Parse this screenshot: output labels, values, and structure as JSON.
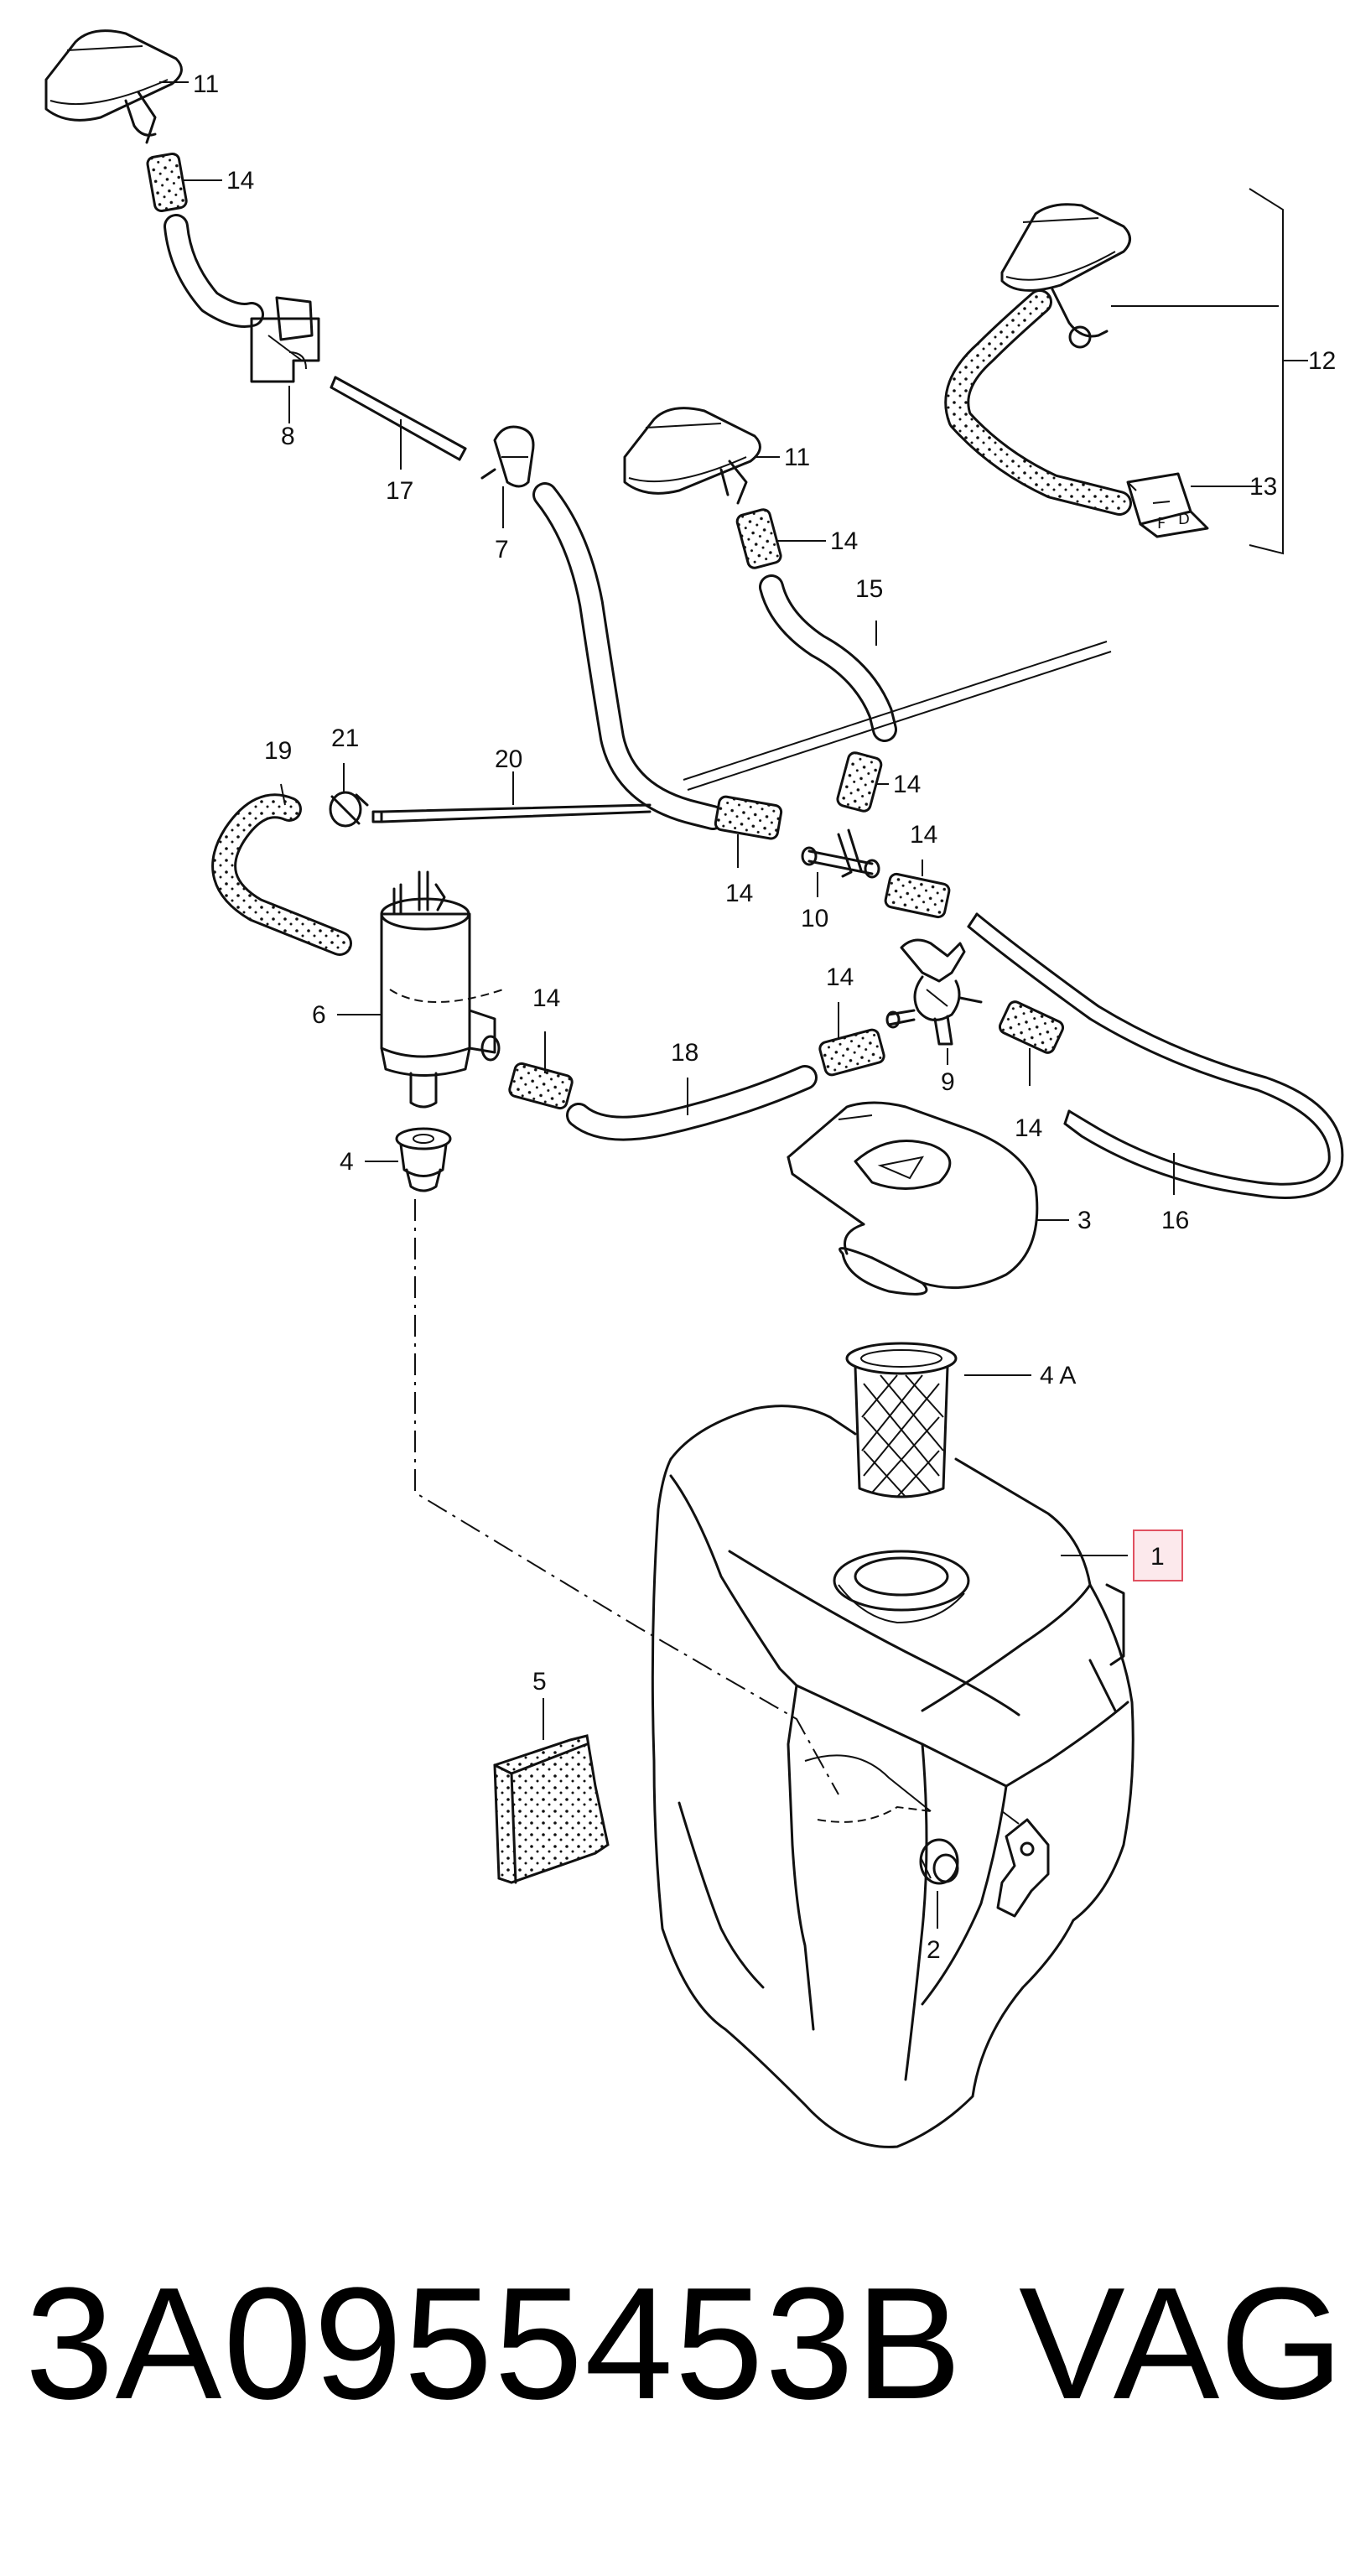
{
  "labels": {
    "l11a": "11",
    "l14a": "14",
    "l8": "8",
    "l17": "17",
    "l7": "7",
    "l11b": "11",
    "l14b": "14",
    "l15": "15",
    "l12": "12",
    "l13": "13",
    "l19": "19",
    "l21": "21",
    "l20": "20",
    "l14c": "14",
    "l14d": "14",
    "l14e": "14",
    "l10": "10",
    "l6": "6",
    "l14f": "14",
    "l18": "18",
    "l14g": "14",
    "l9": "9",
    "l14h": "14",
    "l16": "16",
    "l3": "3",
    "l4": "4",
    "l4a": "4 A",
    "l1": "1",
    "l5": "5",
    "l2": "2"
  },
  "highlight_color": "#e05060",
  "footer": {
    "part_number": "3A0955453B",
    "brand": "VAG"
  }
}
